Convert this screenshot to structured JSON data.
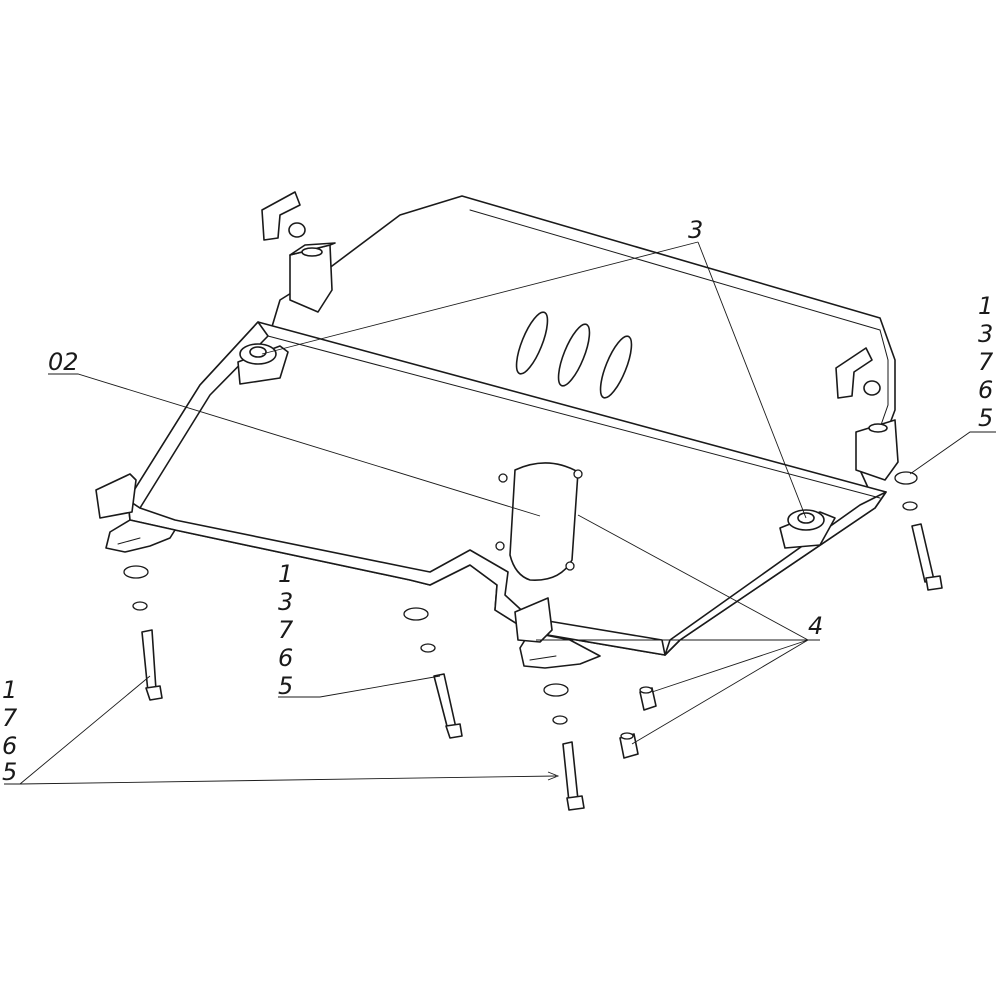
{
  "callouts": {
    "top_center": "3",
    "plate": "02",
    "right_stack": [
      "1",
      "3",
      "7",
      "6",
      "5"
    ],
    "front_stack": [
      "1",
      "3",
      "7",
      "6",
      "5"
    ],
    "left_stack": [
      "1",
      "7",
      "6",
      "5"
    ],
    "bottom_right": "4"
  }
}
